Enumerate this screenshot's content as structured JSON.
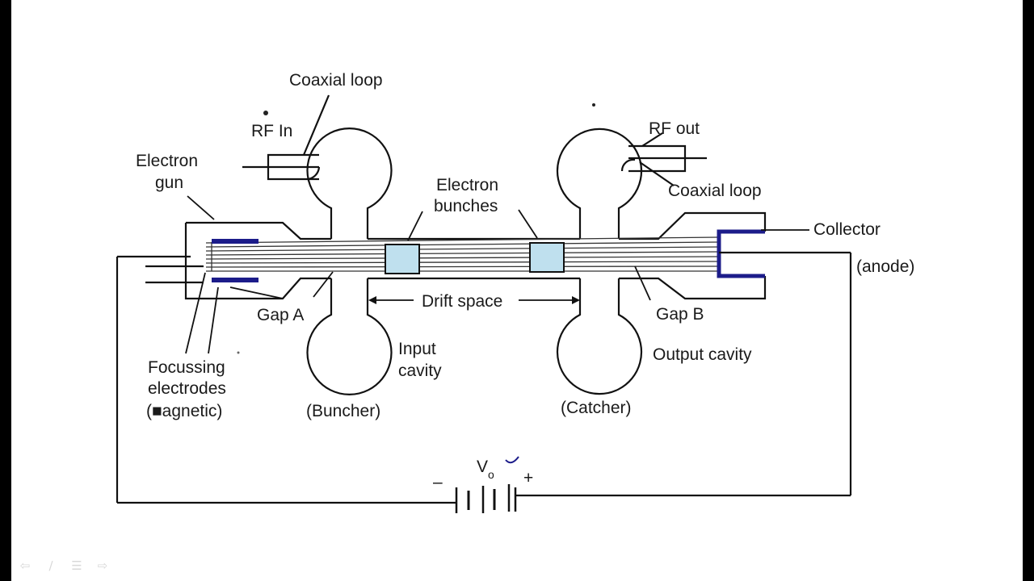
{
  "labels": {
    "coaxial_loop_in": "Coaxial loop",
    "rf_in": "RF In",
    "electron_gun_1": "Electron",
    "electron_gun_2": "gun",
    "electron_bunches_1": "Electron",
    "electron_bunches_2": "bunches",
    "rf_out": "RF out",
    "coaxial_loop_out": "Coaxial loop",
    "collector": "Collector",
    "anode": "(anode)",
    "gap_a": "Gap A",
    "drift_space": "Drift space",
    "gap_b": "Gap B",
    "input_cavity_1": "Input",
    "input_cavity_2": "cavity",
    "output_cavity": "Output cavity",
    "focussing_1": "Focussing",
    "focussing_2": "electrodes",
    "focussing_3": "(■agnetic)",
    "buncher": "(Buncher)",
    "catcher": "(Catcher)",
    "voltage": "V",
    "voltage_sub": "o",
    "minus": "–",
    "plus": "+"
  },
  "colors": {
    "electrode_blue": "#1c1c8a",
    "bunch_fill": "#bfe0ee",
    "line": "#111111"
  },
  "nav": {
    "prev": "⇦",
    "pen": "∕",
    "menu": "☰",
    "next": "⇨"
  }
}
